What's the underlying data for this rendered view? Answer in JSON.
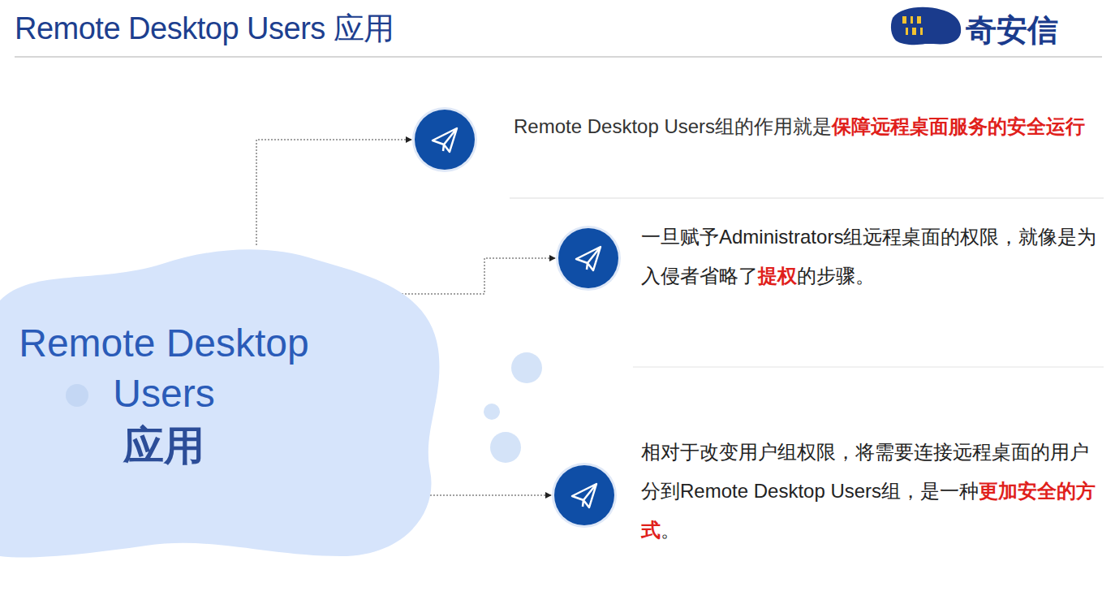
{
  "diagram": {
    "title": "Remote Desktop Users 应用",
    "nodes": [
      {
        "text": [
          "Remote Desktop Users",
          "应用"
        ]
      },
      {
        "text": [
          "Remote Desktop Users组的作用就是",
          "保障远程桌面服务的安全运行"
        ]
      },
      {
        "text": [
          "一旦赋予Administrators组远程桌面的权限，就像是为入侵者省略了",
          "提权",
          "的步骤。"
        ]
      },
      {
        "text": [
          "相对于改变用户组权限，将需要连接远程桌面的用户分到Remote Desktop Users组，是一种",
          "更加安全的方式",
          "。"
        ]
      }
    ],
    "edges": [
      {
        "from": 0,
        "to": 1,
        "arrow": "to"
      },
      {
        "from": 0,
        "to": 2,
        "arrow": "to"
      },
      {
        "from": 0,
        "to": 3,
        "arrow": "to"
      }
    ],
    "labels": [
      "奇安信"
    ]
  }
}
